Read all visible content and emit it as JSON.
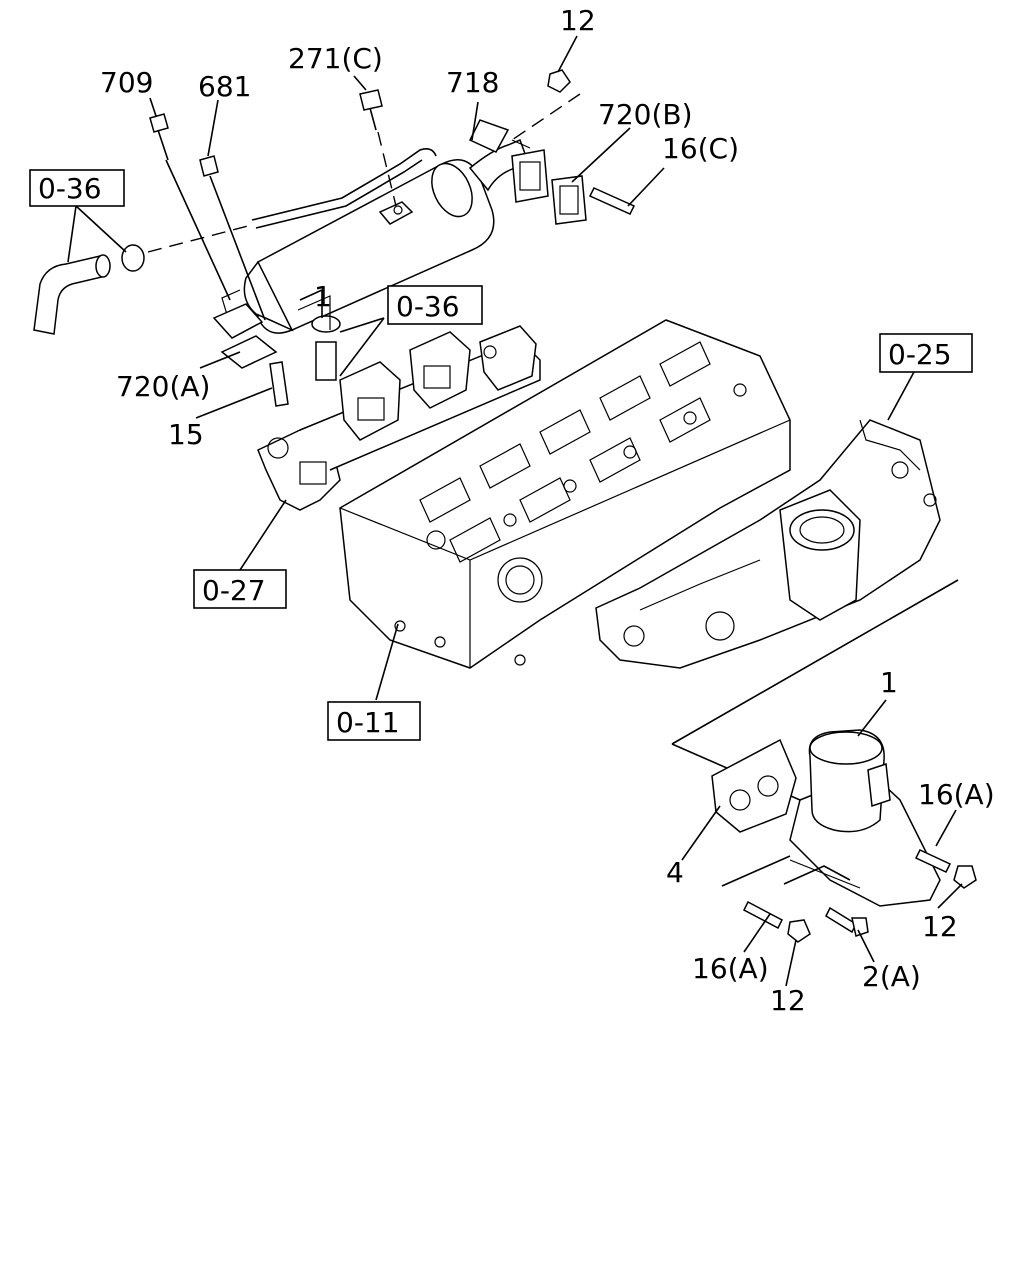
{
  "callouts": {
    "c12_top": "12",
    "c709": "709",
    "c681": "681",
    "c271c": "271(C)",
    "c718": "718",
    "c720b": "720(B)",
    "c16c": "16(C)",
    "c1_mid": "1",
    "c720a": "720(A)",
    "c15": "15",
    "c1_valve": "1",
    "c16a_right": "16(A)",
    "c4": "4",
    "c12_right": "12",
    "c16a_bottom": "16(A)",
    "c12_bottom": "12",
    "c2a": "2(A)"
  },
  "refs": {
    "r036_left": "0-36",
    "r036_mid": "0-36",
    "r025": "0-25",
    "r027": "0-27",
    "r011": "0-11"
  }
}
